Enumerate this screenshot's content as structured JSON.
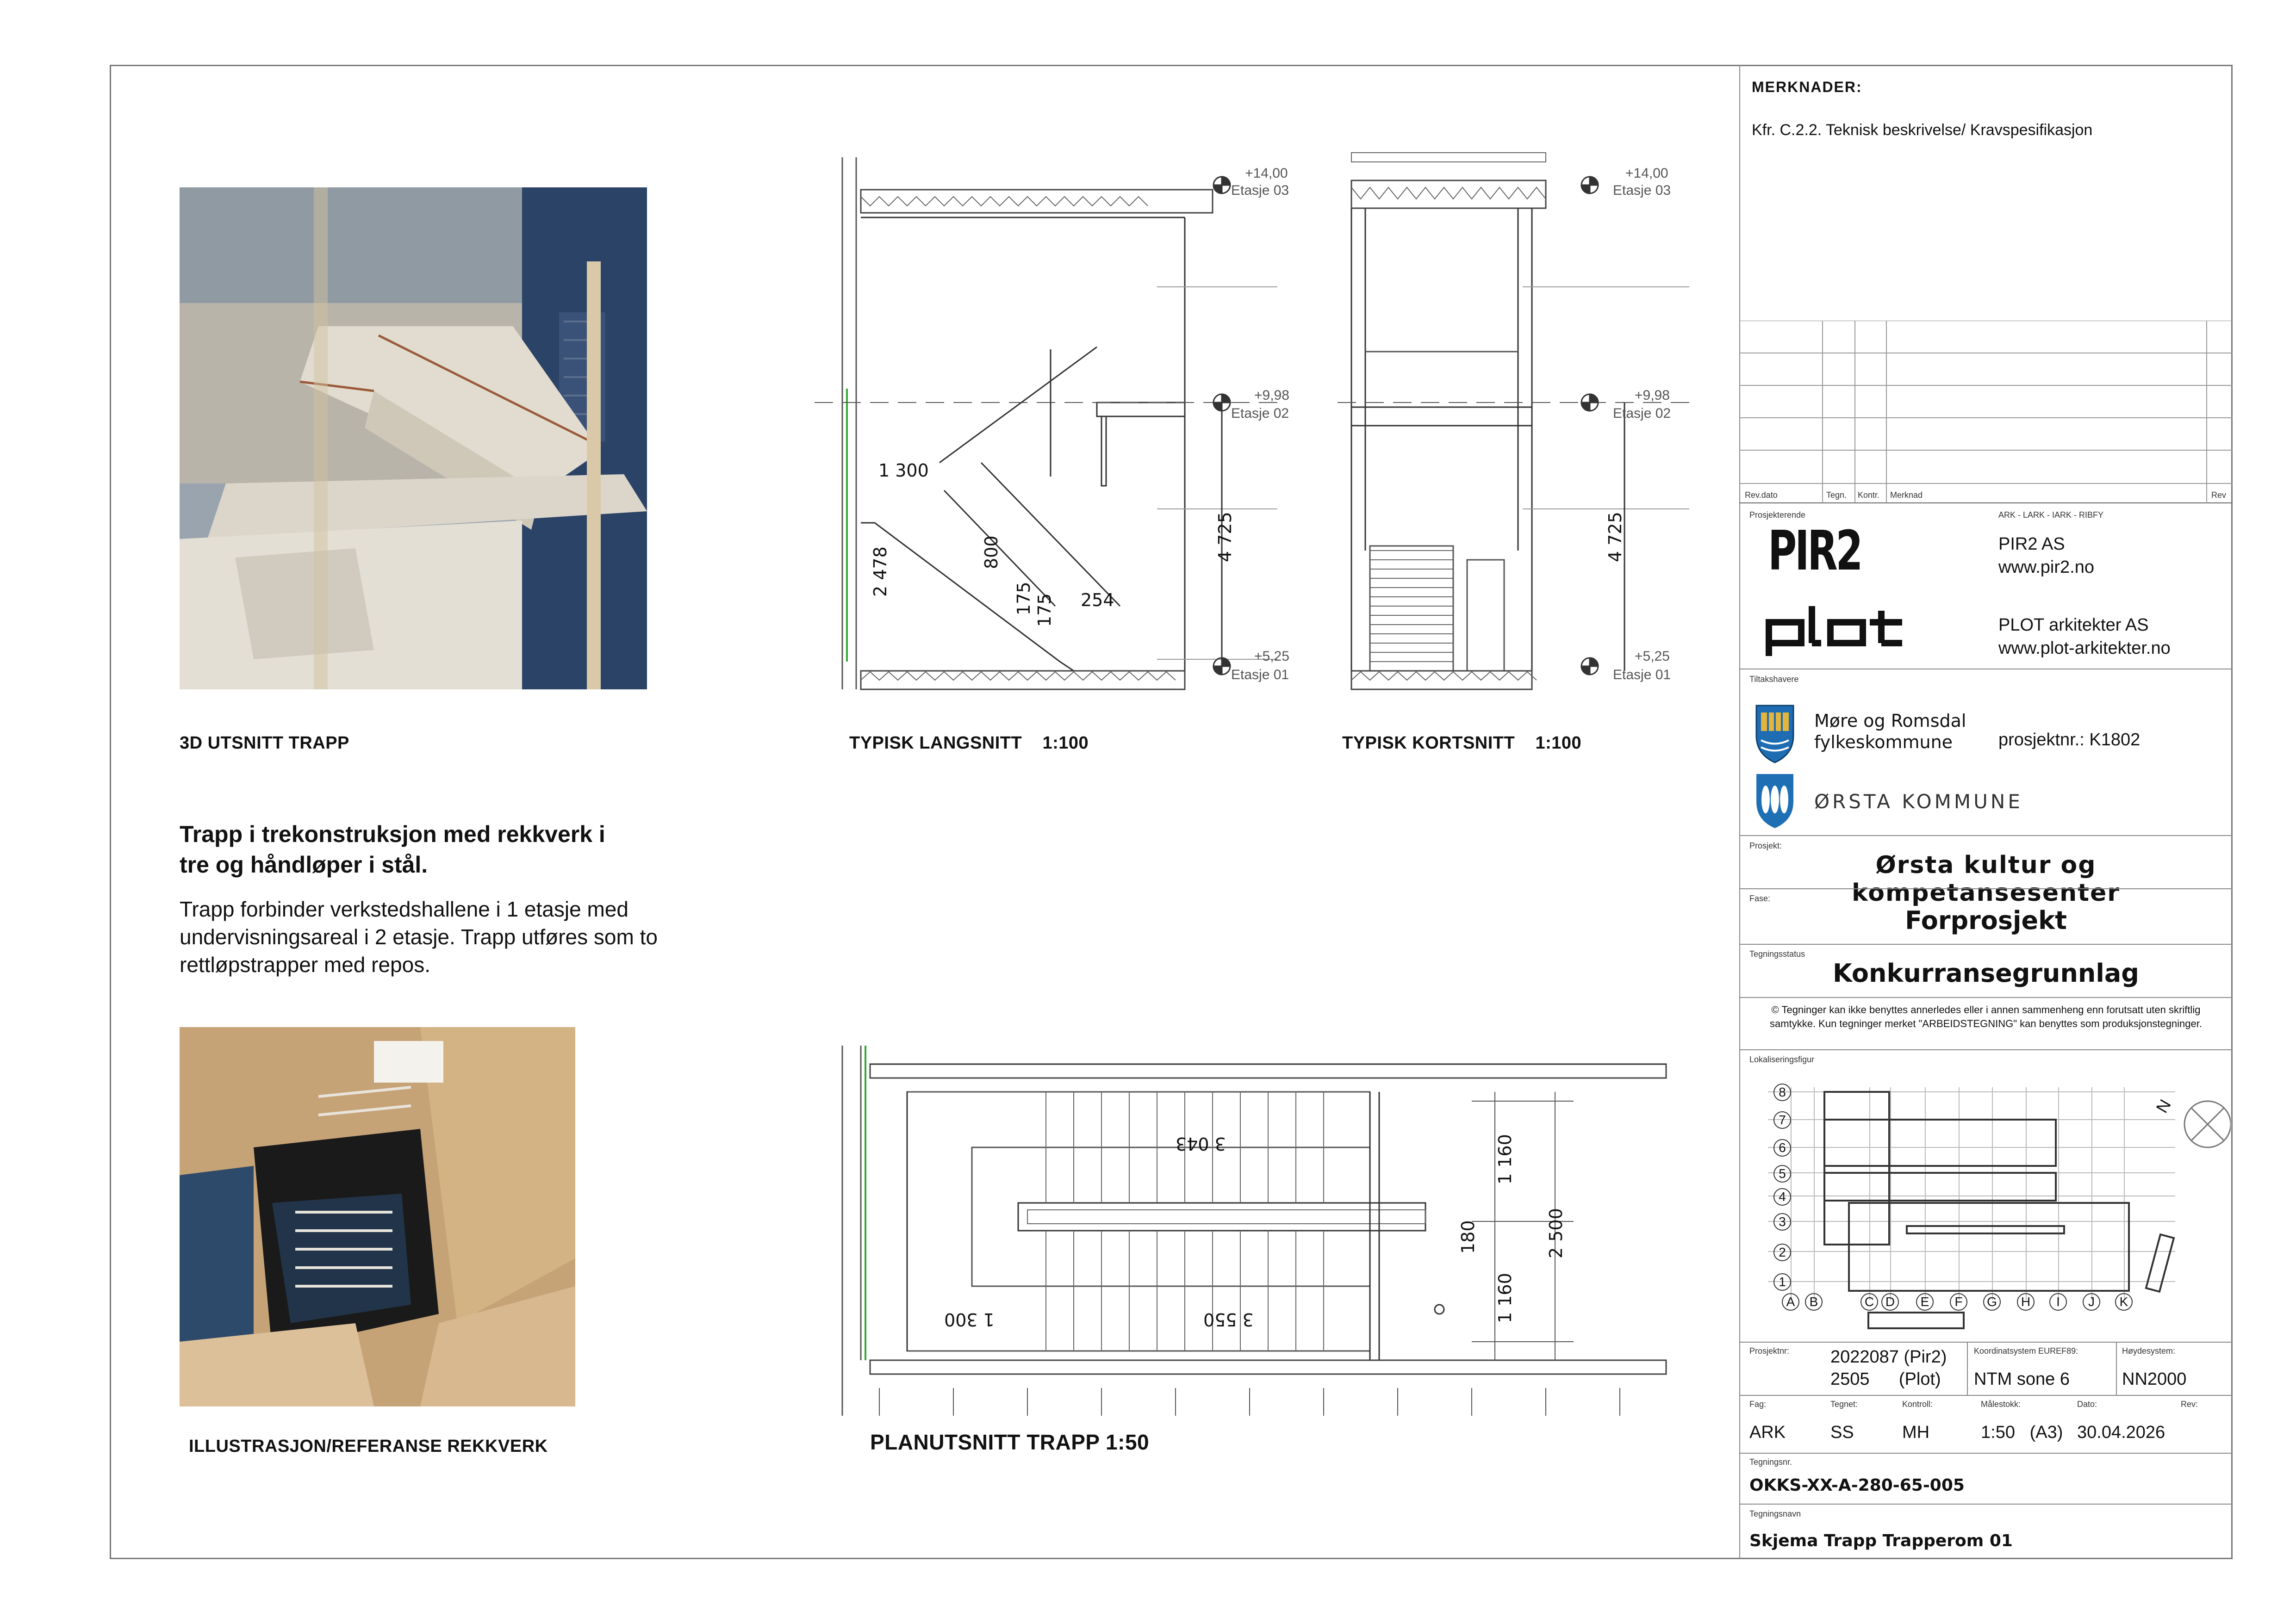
{
  "captions": {
    "view_3d": "3D UTSNITT TRAPP",
    "long_section": "TYPISK LANGSNITT    1:100",
    "short_section": "TYPISK KORTSNITT    1:100",
    "reference": "ILLUSTRASJON/REFERANSE REKKVERK",
    "plan": "PLANUTSNITT TRAPP 1:50"
  },
  "description": {
    "heading_line1": "Trapp i trekonstruksjon med rekkverk i",
    "heading_line2": "tre og håndløper i stål.",
    "body_line1": "Trapp forbinder verkstedshallene i 1 etasje med",
    "body_line2": "undervisningsareal i 2 etasje. Trapp utføres som to",
    "body_line3": "rettløpstrapper med repos."
  },
  "levels": [
    {
      "value": "+14,00",
      "name": "Etasje 03"
    },
    {
      "value": "+9,98",
      "name": "Etasje 02"
    },
    {
      "value": "+5,25",
      "name": "Etasje 01"
    }
  ],
  "long_section_dims": {
    "d1300": "1 300",
    "d2478": "2 478",
    "d800": "800",
    "d175a": "175",
    "d175b": "175",
    "d254": "254",
    "d4725": "4 725"
  },
  "short_section_dims": {
    "d4725": "4 725"
  },
  "plan_dims": {
    "d3043": "3 043",
    "d3550": "3 550",
    "d1300": "1 300",
    "d180": "180",
    "d1160a": "1 160",
    "d1160b": "1 160",
    "d2500": "2 500"
  },
  "title_block": {
    "notes_title": "MERKNADER:",
    "notes_text": "Kfr. C.2.2. Teknisk beskrivelse/ Kravspesifikasjon",
    "rev_headers": [
      "Rev.dato",
      "Tegn.",
      "Kontr.",
      "Merknad",
      "Rev"
    ],
    "prosjekterende_label": "Prosjekterende",
    "disciplines": "ARK - LARK - IARK - RIBFY",
    "pir2_logo": "PIR2",
    "pir2_name": "PIR2 AS",
    "pir2_web": "www.pir2.no",
    "plot_logo": "plot",
    "plot_name": "PLOT arkitekter AS",
    "plot_web": "www.plot-arkitekter.no",
    "tiltakshavere_label": "Tiltakshavere",
    "client1_line1": "Møre og Romsdal",
    "client1_line2": "fylkeskommune",
    "project_no_text": "prosjektnr.: K1802",
    "client2": "ØRSTA KOMMUNE",
    "prosjekt_label": "Prosjekt:",
    "prosjekt": "Ørsta kultur og kompetansesenter",
    "fase_label": "Fase:",
    "fase": "Forprosjekt",
    "status_label": "Tegningsstatus",
    "status": "Konkurransegrunnlag",
    "copyright_line1": "© Tegninger kan ikke benyttes annerledes eller i annen sammenheng enn forutsatt uten skriftlig",
    "copyright_line2": "samtykke. Kun tegninger merket \"ARBEIDSTEGNING\" kan benyttes som produksjonstegninger.",
    "lokalisering_label": "Lokaliseringsfigur",
    "grid_rows": [
      "8",
      "7",
      "6",
      "5",
      "4",
      "3",
      "2",
      "1"
    ],
    "grid_cols": [
      "A",
      "B",
      "C",
      "D",
      "E",
      "F",
      "G",
      "H",
      "I",
      "J",
      "K"
    ],
    "north": "N",
    "prosjektnr_label": "Prosjektnr:",
    "prosjektnr_1": "2022087 (Pir2)",
    "prosjektnr_2": "2505      (Plot)",
    "koordinat_label": "Koordinatsystem EUREF89:",
    "koordinat": "NTM sone 6",
    "hoyde_label": "Høydesystem:",
    "hoyde": "NN2000",
    "fag_label": "Fag:",
    "fag": "ARK",
    "tegnet_label": "Tegnet:",
    "tegnet": "SS",
    "kontroll_label": "Kontroll:",
    "kontroll": "MH",
    "malestokk_label": "Målestokk:",
    "malestokk": "1:50   (A3)",
    "dato_label": "Dato:",
    "dato": "30.04.2026",
    "rev_label": "Rev:",
    "tegningsnr_label": "Tegningsnr.",
    "tegningsnr": "OKKS-XX-A-280-65-005",
    "tegningsnavn_label": "Tegningsnavn",
    "tegningsnavn": "Skjema Trapp Trapperom 01"
  },
  "colors": {
    "wall_blue": "#2c4368",
    "stair_beige": "#d8d2c4",
    "plywood": "#c9a77a",
    "pir2_black": "#111111",
    "ørsta_blue": "#1f6fb5",
    "shield_blue": "#1e6db3",
    "shield_gold": "#e3b53c"
  }
}
